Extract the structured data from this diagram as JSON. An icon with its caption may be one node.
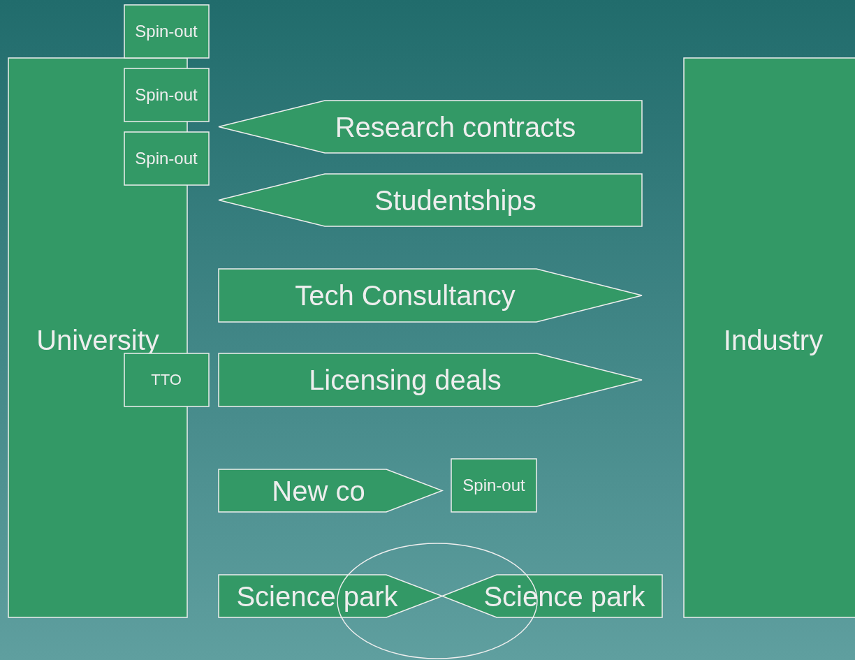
{
  "diagram": {
    "nodes": [
      {
        "text": [
          "University"
        ]
      },
      {
        "text": [
          "Spin-out"
        ]
      },
      {
        "text": [
          "Spin-out"
        ]
      },
      {
        "text": [
          "Spin-out"
        ]
      },
      {
        "text": [
          "TTO"
        ]
      },
      {
        "text": [
          "Industry"
        ]
      },
      {
        "text": [
          "Research contracts"
        ]
      },
      {
        "text": [
          "Studentships"
        ]
      },
      {
        "text": [
          "Tech Consultancy"
        ]
      },
      {
        "text": [
          "Licensing deals"
        ]
      },
      {
        "text": [
          "New co"
        ]
      },
      {
        "text": [
          "Spin-out"
        ]
      },
      {
        "text": [
          "Science park"
        ]
      },
      {
        "text": [
          "Science park"
        ]
      },
      {
        "text": [],
        "shape": "circle"
      }
    ]
  }
}
